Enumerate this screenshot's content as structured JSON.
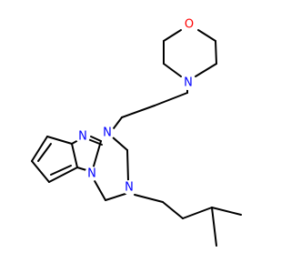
{
  "molecule": {
    "atoms": {
      "morpholine_o": {
        "symbol": "O",
        "color": "#ff0000"
      },
      "morpholine_n": {
        "symbol": "N",
        "color": "#0000ff"
      },
      "ring_n1": {
        "symbol": "N",
        "color": "#0000ff"
      },
      "imidazole_n": {
        "symbol": "N",
        "color": "#0000ff"
      },
      "ring_n3": {
        "symbol": "N",
        "color": "#0000ff"
      },
      "benz_n": {
        "symbol": "N",
        "color": "#0000ff"
      }
    },
    "bond_color": "#000000"
  }
}
